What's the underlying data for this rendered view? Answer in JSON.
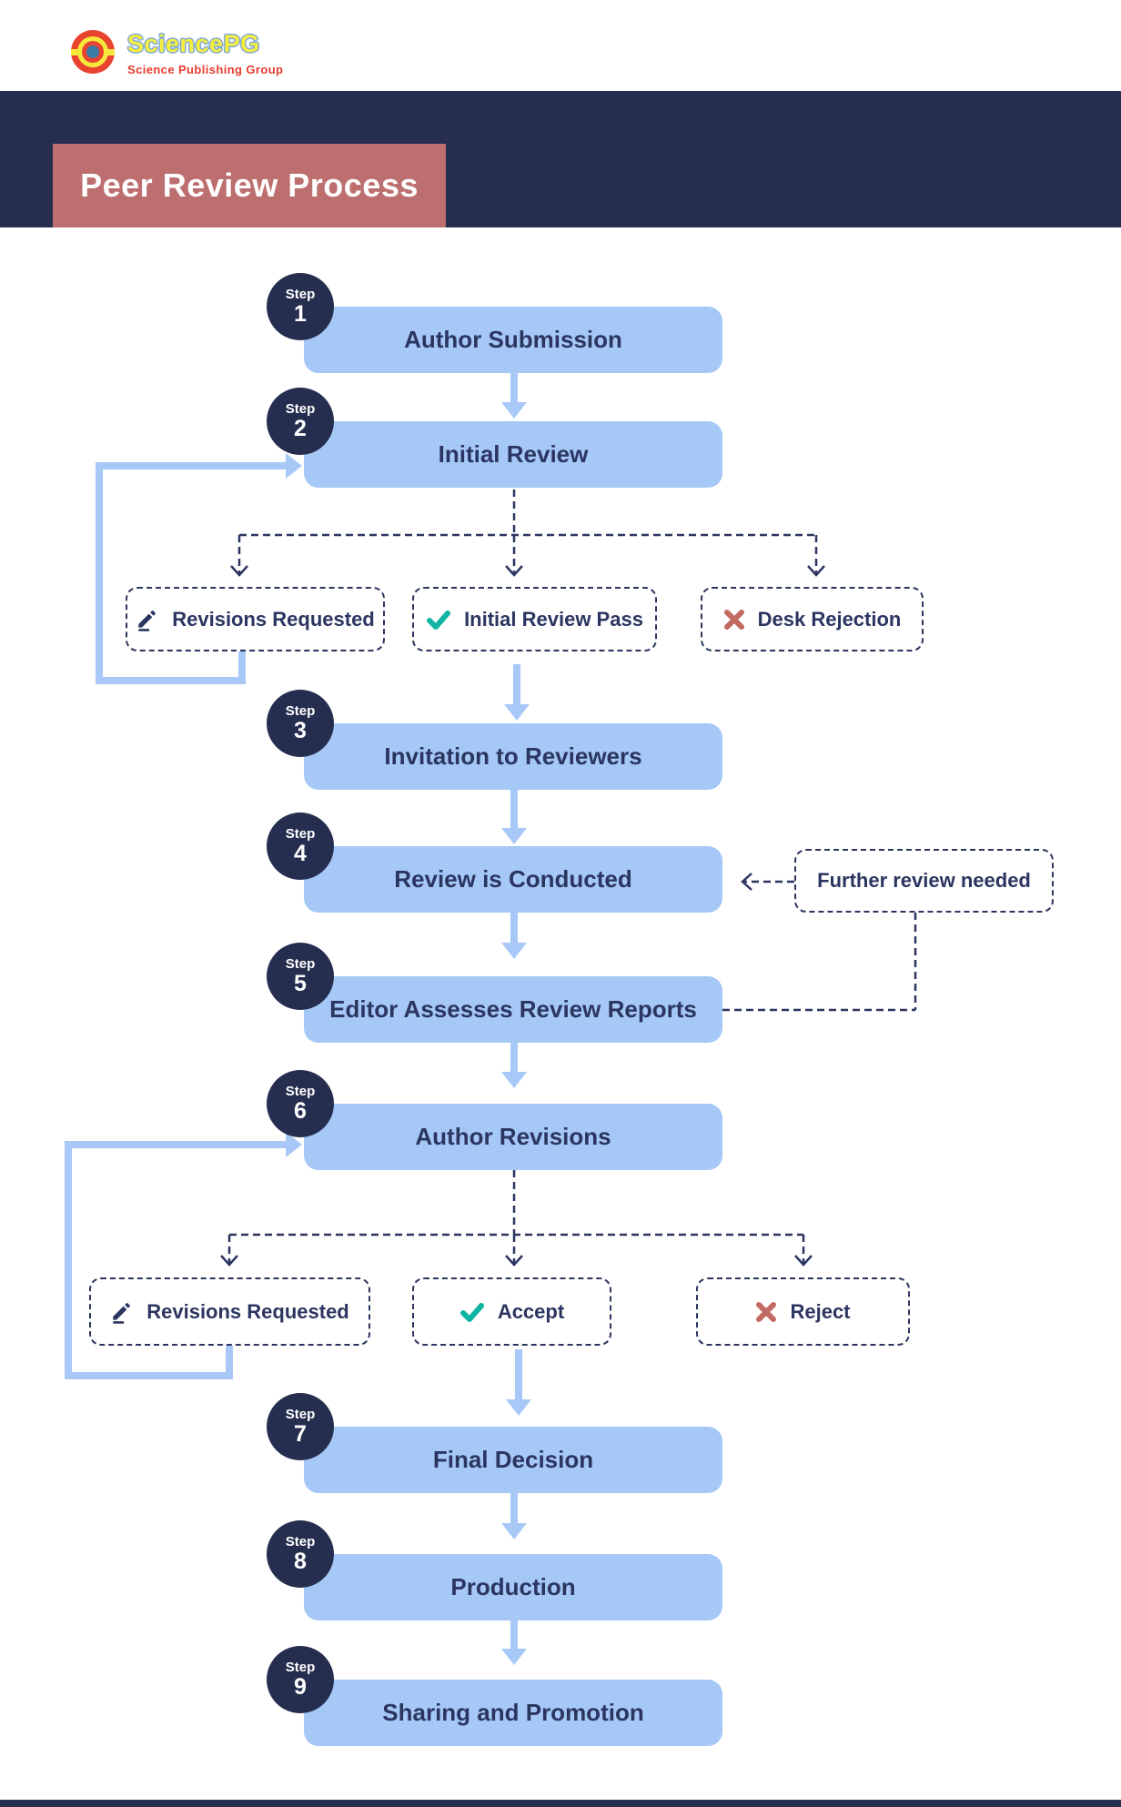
{
  "logo": {
    "name": "SciencePG",
    "tagline": "Science Publishing Group"
  },
  "title": "Peer Review Process",
  "steps": [
    {
      "step_word": "Step",
      "num": "1",
      "label": "Author Submission"
    },
    {
      "step_word": "Step",
      "num": "2",
      "label": "Initial Review"
    },
    {
      "step_word": "Step",
      "num": "3",
      "label": "Invitation to Reviewers"
    },
    {
      "step_word": "Step",
      "num": "4",
      "label": "Review is Conducted"
    },
    {
      "step_word": "Step",
      "num": "5",
      "label": "Editor Assesses Review Reports"
    },
    {
      "step_word": "Step",
      "num": "6",
      "label": "Author Revisions"
    },
    {
      "step_word": "Step",
      "num": "7",
      "label": "Final Decision"
    },
    {
      "step_word": "Step",
      "num": "8",
      "label": "Production"
    },
    {
      "step_word": "Step",
      "num": "9",
      "label": "Sharing and Promotion"
    }
  ],
  "decision_row_1": [
    {
      "label": "Revisions Requested",
      "icon": "pencil-icon"
    },
    {
      "label": "Initial Review Pass",
      "icon": "check-icon"
    },
    {
      "label": "Desk Rejection",
      "icon": "cross-icon"
    }
  ],
  "decision_row_2": [
    {
      "label": "Revisions Requested",
      "icon": "pencil-icon"
    },
    {
      "label": "Accept",
      "icon": "check-icon"
    },
    {
      "label": "Reject",
      "icon": "cross-icon"
    }
  ],
  "side_note": {
    "label": "Further review needed"
  },
  "colors": {
    "navy": "#262e4f",
    "node_blue": "#a5c8f7",
    "arrow_blue": "#a8c9f7",
    "text_navy": "#2b3560",
    "title_rose": "#bd6e6e",
    "check_teal": "#10b5a3",
    "cross_red": "#c26a62",
    "logo_yellow": "#f6ee3d",
    "logo_red": "#e63c30",
    "logo_blue": "#3a7ca8"
  }
}
